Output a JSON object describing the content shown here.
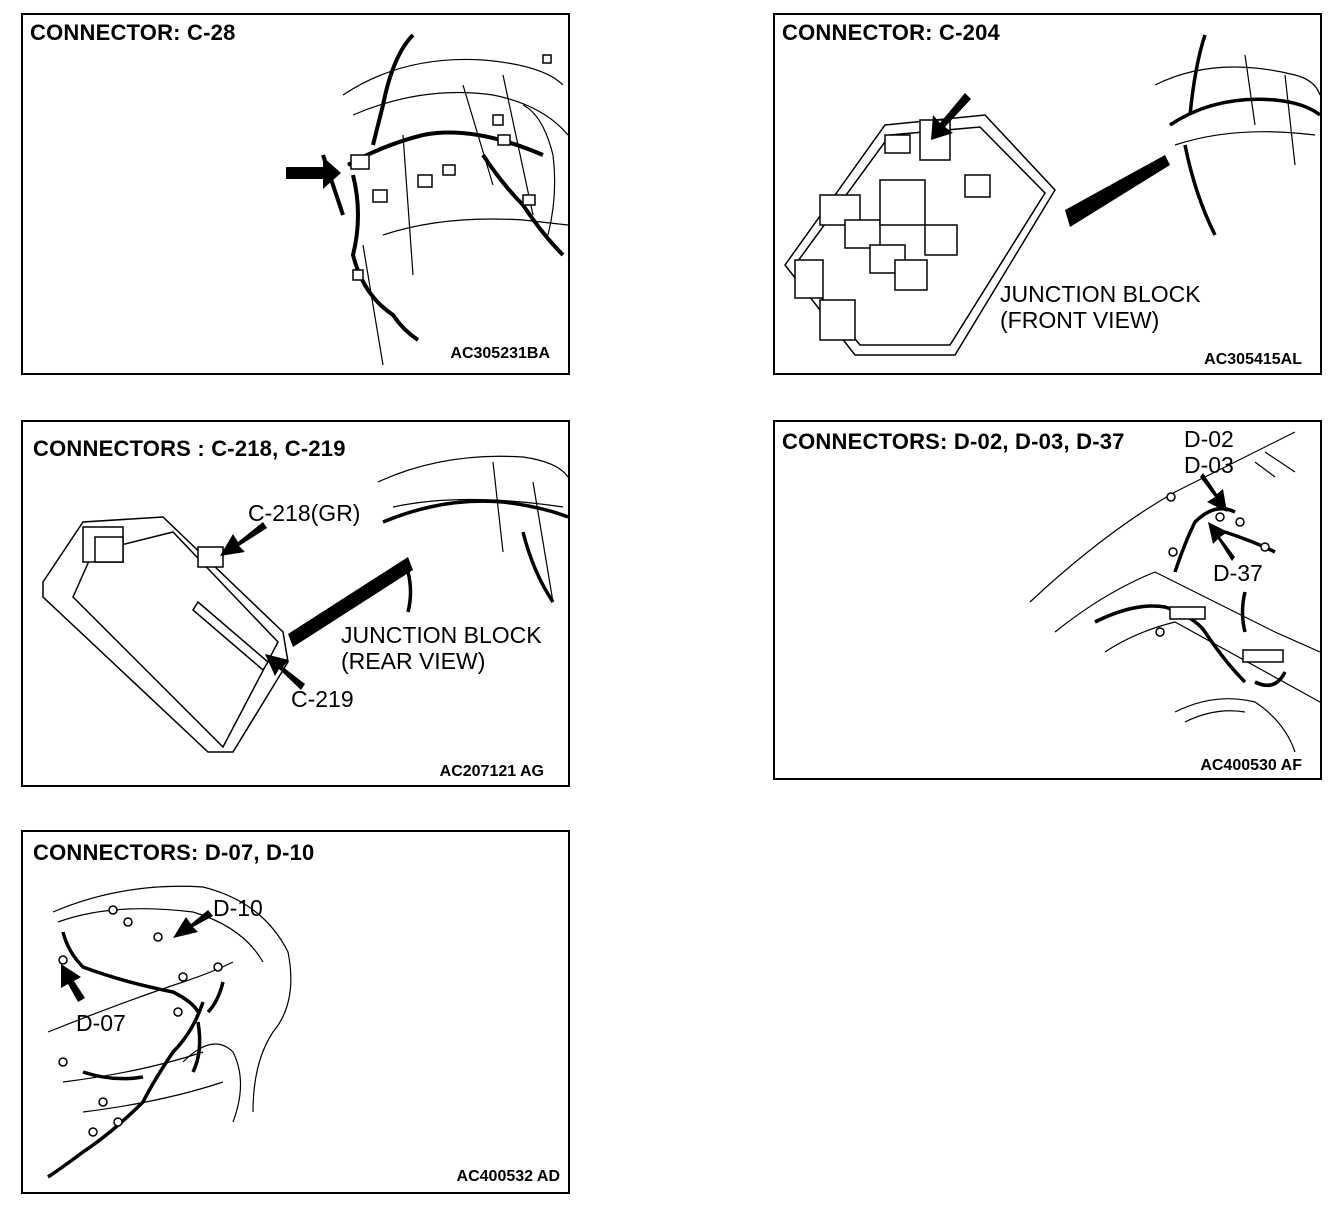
{
  "panels": [
    {
      "title": "CONNECTOR: C-28",
      "code": "AC305231BA",
      "labels": []
    },
    {
      "title": "CONNECTOR: C-204",
      "code": "AC305415AL",
      "labels": [
        "JUNCTION BLOCK",
        "(FRONT VIEW)"
      ]
    },
    {
      "title": "CONNECTORS : C-218, C-219",
      "code": "AC207121 AG",
      "labels": [
        "C-218(GR)",
        "JUNCTION BLOCK",
        "(REAR VIEW)",
        "C-219"
      ]
    },
    {
      "title": "CONNECTORS: D-02, D-03, D-37",
      "code": "AC400530 AF",
      "labels": [
        "D-02",
        "D-03",
        "D-37"
      ]
    },
    {
      "title": "CONNECTORS: D-07, D-10",
      "code": "AC400532 AD",
      "labels": [
        "D-10",
        "D-07"
      ]
    }
  ]
}
